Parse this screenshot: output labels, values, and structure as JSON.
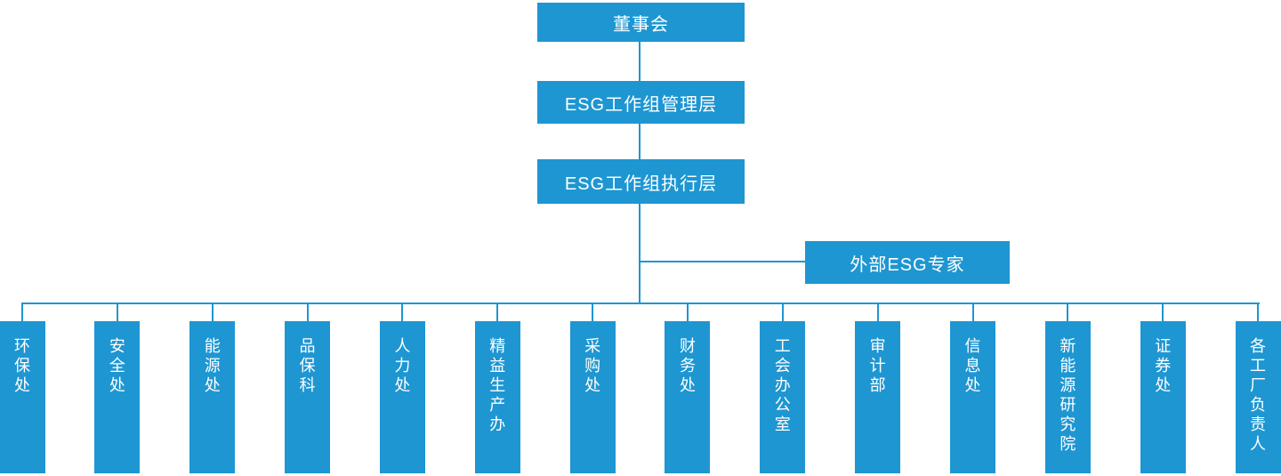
{
  "accent_color": "#1E96D2",
  "text_color": "#FFFFFF",
  "hierarchy": {
    "board": {
      "label": "董事会"
    },
    "management": {
      "label": "ESG工作组管理层"
    },
    "execution": {
      "label": "ESG工作组执行层"
    },
    "external_expert": {
      "label": "外部ESG专家"
    }
  },
  "departments": [
    {
      "label": "环保处"
    },
    {
      "label": "安全处"
    },
    {
      "label": "能源处"
    },
    {
      "label": "品保科"
    },
    {
      "label": "人力处"
    },
    {
      "label": "精益生产办"
    },
    {
      "label": "采购处"
    },
    {
      "label": "财务处"
    },
    {
      "label": "工会办公室"
    },
    {
      "label": "审计部"
    },
    {
      "label": "信息处"
    },
    {
      "label": "新能源研究院"
    },
    {
      "label": "证券处"
    },
    {
      "label": "各工厂负责人"
    }
  ]
}
